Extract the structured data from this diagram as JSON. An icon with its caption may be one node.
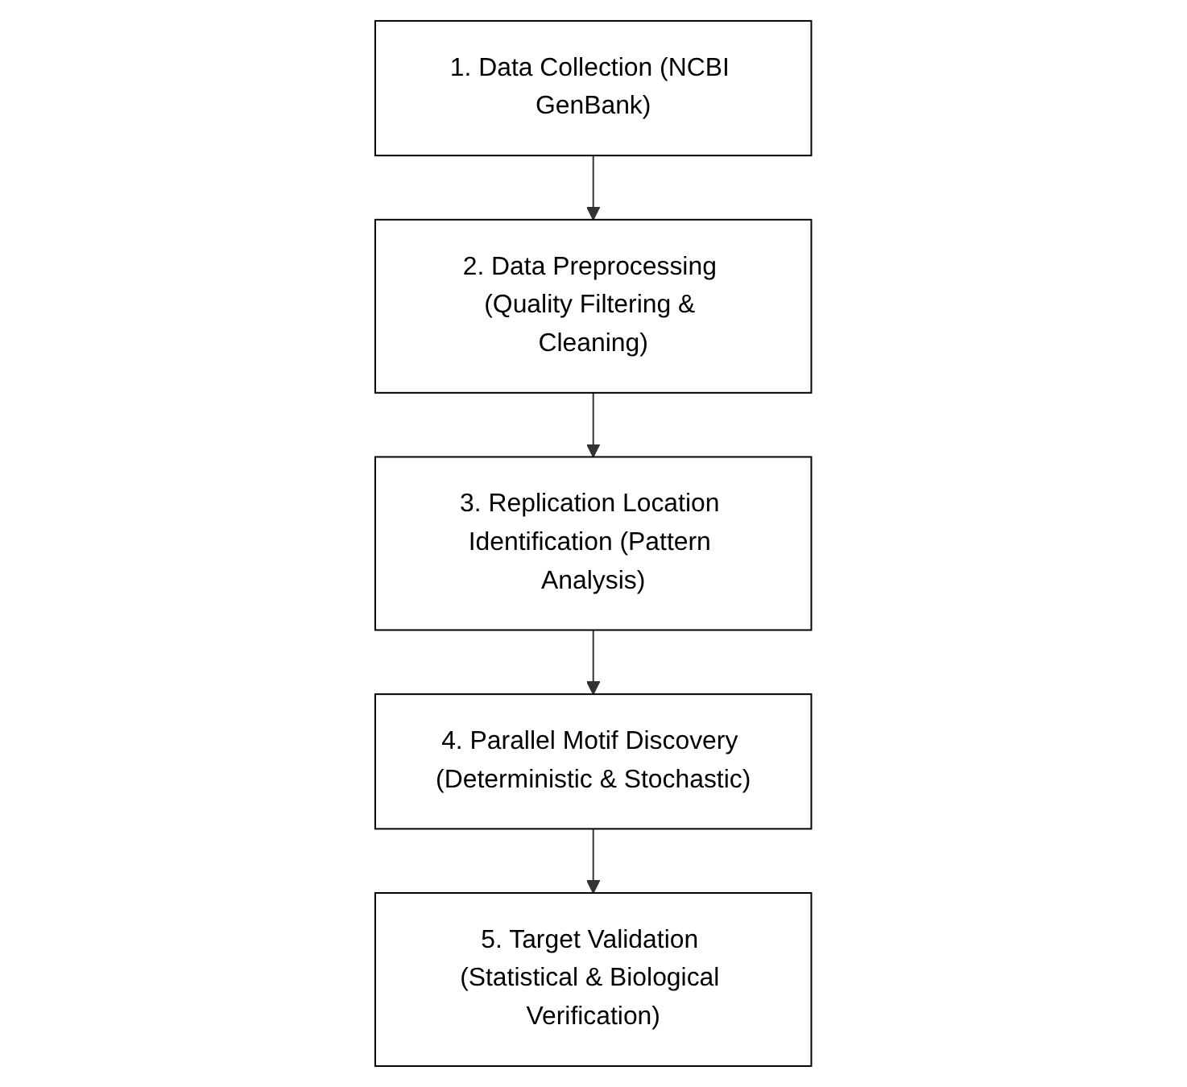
{
  "diagram": {
    "nodes": [
      {
        "text": [
          "1. Data Collection (NCBI GenBank)"
        ]
      },
      {
        "text": [
          "2. Data Preprocessing (Quality Filtering & Cleaning)"
        ]
      },
      {
        "text": [
          "3. Replication Location Identification (Pattern Analysis)"
        ]
      },
      {
        "text": [
          "4. Parallel Motif Discovery (Deterministic & Stochastic)"
        ]
      },
      {
        "text": [
          "5. Target Validation (Statistical & Biological Verification)"
        ]
      }
    ],
    "edges": [
      {
        "from": 0,
        "to": 1,
        "arrow": "to"
      },
      {
        "from": 1,
        "to": 2,
        "arrow": "to"
      },
      {
        "from": 2,
        "to": 3,
        "arrow": "to"
      },
      {
        "from": 3,
        "to": 4,
        "arrow": "to"
      }
    ]
  }
}
